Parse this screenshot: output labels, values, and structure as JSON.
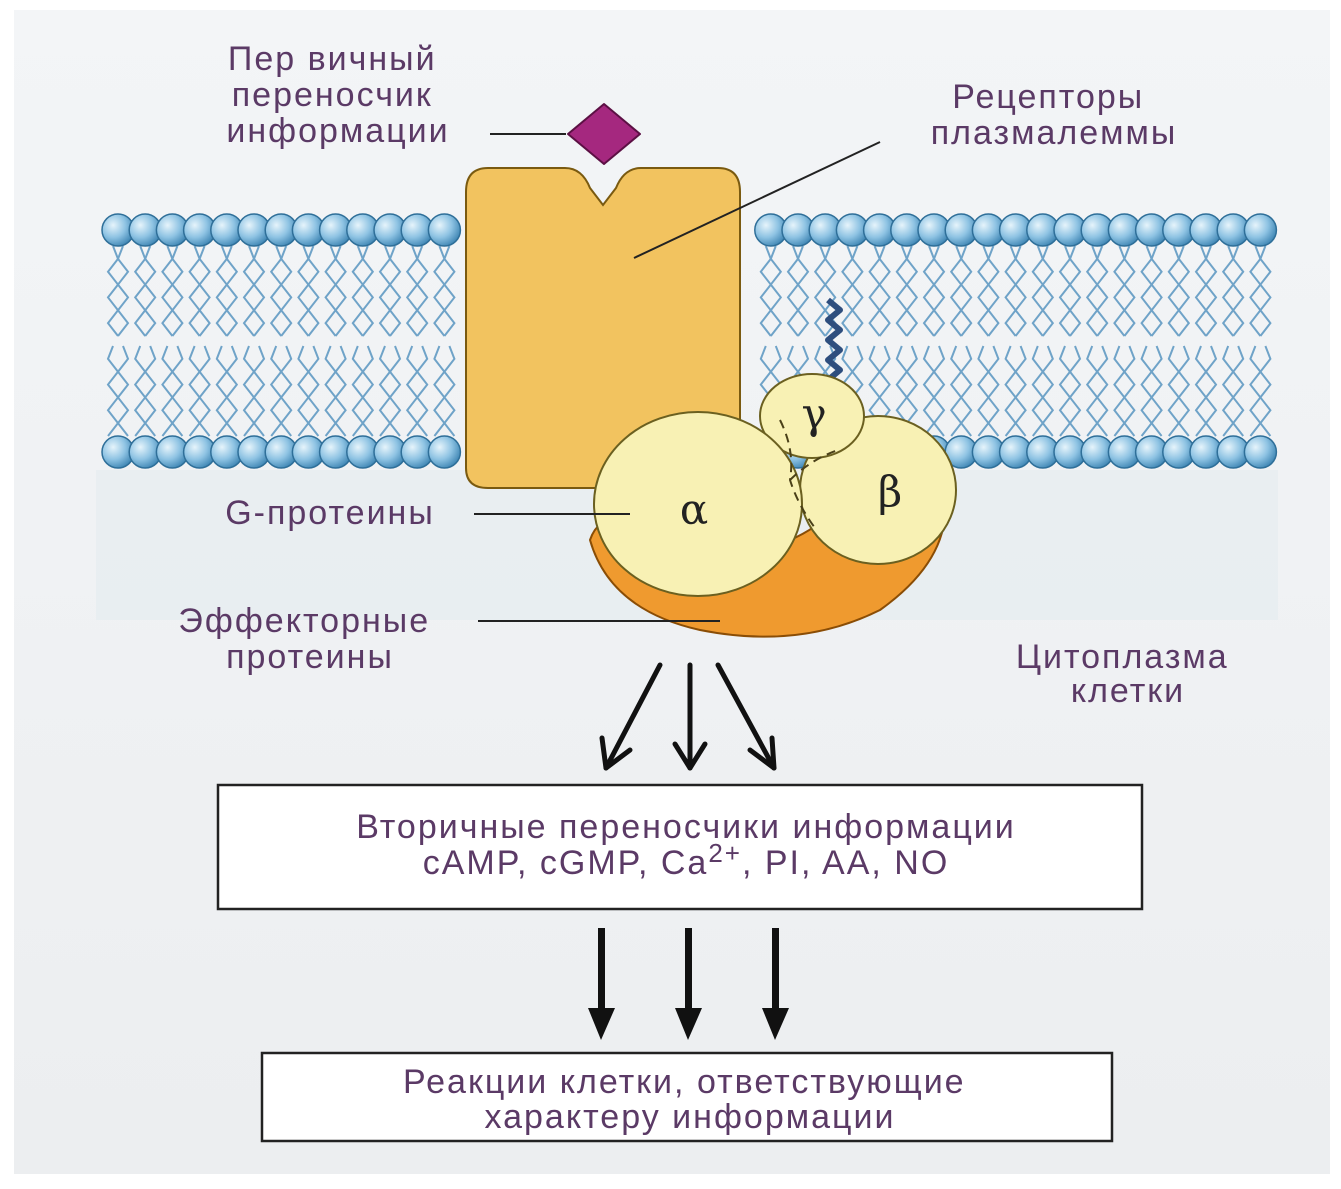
{
  "labels": {
    "primary_messenger": [
      "Пер вичный",
      "переносчик",
      "информации"
    ],
    "membrane_receptors": [
      "Рецепторы",
      "плазмалеммы"
    ],
    "g_proteins": "G-протеины",
    "effector_proteins": [
      "Эффекторные",
      "протеины"
    ],
    "cytoplasm": [
      "Цитоплазма",
      "клетки"
    ]
  },
  "subunits": {
    "alpha": "α",
    "beta": "β",
    "gamma": "γ"
  },
  "second_messengers_box": {
    "line1": "Вторичные переносчики информации",
    "line2_prefix": "cAMP,  cGMP,  Ca",
    "line2_superscript": "2+",
    "line2_suffix": ",  PI,  AA,  NO"
  },
  "cell_reactions_box": {
    "line1": "Реакции клетки, ответствующие",
    "line2": "характеру  информации"
  },
  "colors": {
    "label_text": "#5b3a66",
    "lipid_head": "#8ec3e3",
    "lipid_tail": "#6fa3c8",
    "receptor": "#f2c35f",
    "ligand": "#a5287f",
    "g_protein": "#f8f1b4",
    "effector": "#ef9a2f",
    "cytoplasm_bg": "#e8eef2"
  }
}
